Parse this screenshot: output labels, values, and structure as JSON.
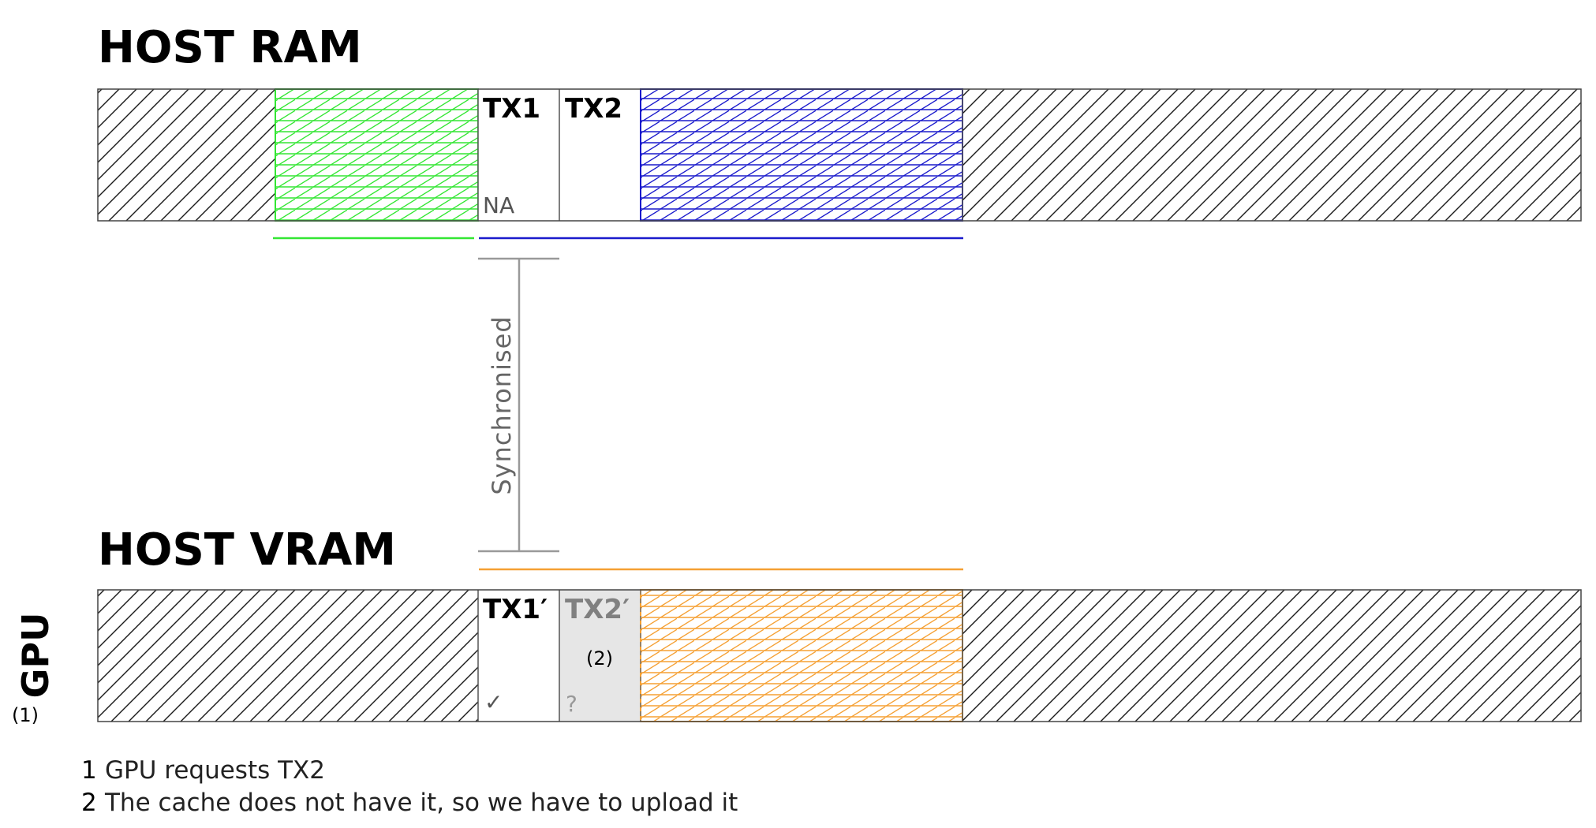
{
  "host_ram": {
    "title": "HOST RAM",
    "tx1_label": "TX1",
    "tx1_status": "NA",
    "tx2_label": "TX2"
  },
  "host_vram": {
    "title": "HOST VRAM",
    "tx1_label": "TX1′",
    "tx1_status": "✓",
    "tx2_label": "TX2′",
    "tx2_marker": "(2)",
    "tx2_status": "?"
  },
  "sync_label": "Synchronised",
  "gpu": {
    "label": "GPU",
    "marker": "(1)"
  },
  "notes": [
    {
      "num": "1",
      "text": "GPU requests TX2"
    },
    {
      "num": "2",
      "text": "The cache does not have it, so we have to upload it"
    }
  ],
  "colors": {
    "hatch_black": "#1a1a1a",
    "ram_green": "#33e633",
    "ram_blue": "#1a1acc",
    "vram_orange": "#f5a033",
    "missing_fill": "#e6e6e6",
    "sync_line": "#999999"
  },
  "icons": {
    "present": "check-icon",
    "missing": "question-icon"
  }
}
